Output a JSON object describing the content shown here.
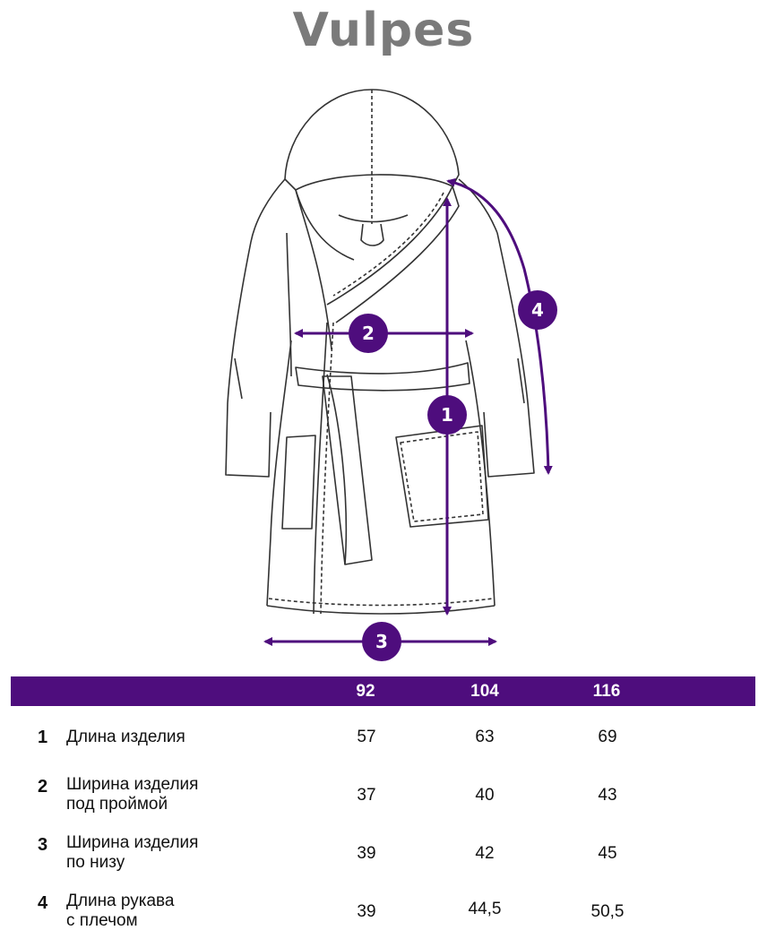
{
  "brand": {
    "name": "Vulpes"
  },
  "diagram": {
    "markers": [
      "1",
      "2",
      "3",
      "4"
    ],
    "line_color": "#333333",
    "accent_color": "#4e0d7d"
  },
  "table": {
    "header_color": "#4e0d7d",
    "sizes": [
      "92",
      "104",
      "116"
    ],
    "rows": [
      {
        "num": "1",
        "label_line1": "Длина изделия",
        "label_line2": "",
        "values": [
          "57",
          "63",
          "69"
        ]
      },
      {
        "num": "2",
        "label_line1": "Ширина изделия",
        "label_line2": "под проймой",
        "values": [
          "37",
          "40",
          "43"
        ]
      },
      {
        "num": "3",
        "label_line1": "Ширина изделия",
        "label_line2": "по низу",
        "values": [
          "39",
          "42",
          "45"
        ]
      },
      {
        "num": "4",
        "label_line1": "Длина рукава",
        "label_line2": "с плечом",
        "values": [
          "39",
          "44,5",
          "50,5"
        ]
      }
    ]
  }
}
